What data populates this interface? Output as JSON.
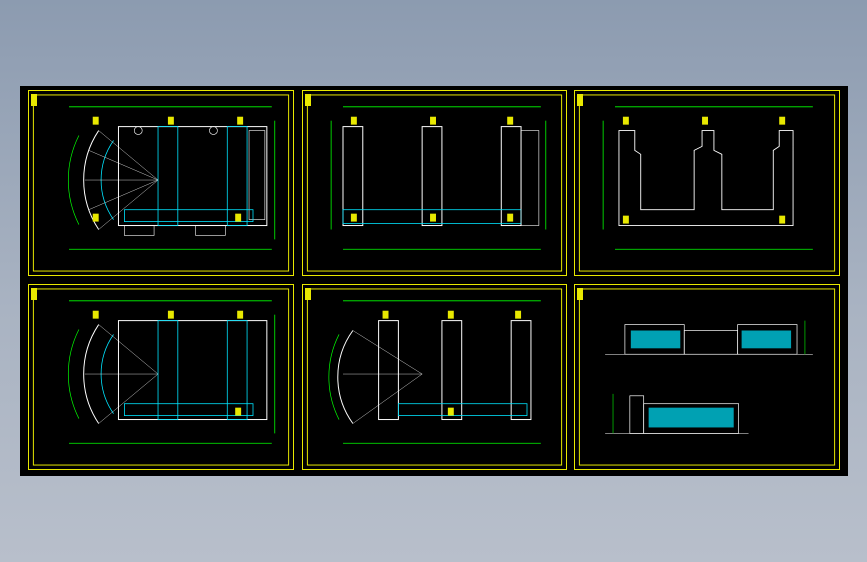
{
  "app": {
    "canvas_background": "#000000",
    "desktop_gradient": [
      "#8c9bb0",
      "#b8bfcb"
    ]
  },
  "colors": {
    "frame": "#e8e800",
    "wall": "#ffffff",
    "axis": "#00ff00",
    "window": "#00e5ff",
    "magenta": "#ff00ff",
    "text": "#ffffff"
  },
  "sheets": [
    {
      "id": "plan-1",
      "kind": "floor-plan-arc",
      "caption": ""
    },
    {
      "id": "plan-2",
      "kind": "floor-plan-u",
      "caption": ""
    },
    {
      "id": "plan-3",
      "kind": "roof-plan",
      "caption": ""
    },
    {
      "id": "plan-4",
      "kind": "floor-plan-arc",
      "caption": ""
    },
    {
      "id": "plan-5",
      "kind": "floor-plan-arc-small",
      "caption": ""
    },
    {
      "id": "elevations",
      "kind": "elevations",
      "caption": ""
    }
  ]
}
